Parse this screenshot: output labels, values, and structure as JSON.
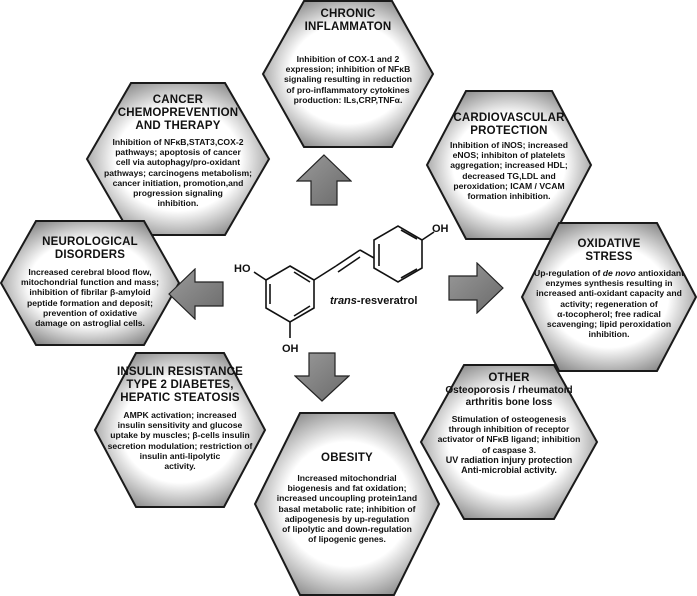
{
  "colors": {
    "hex_fill_dark": "#7d7d7d",
    "hex_fill_light": "#ffffff",
    "hex_stroke": "#1a1a1a",
    "arrow_dark": "#8a8a8a"
  },
  "molecule": {
    "oh_top": "OH",
    "ho_left": "HO",
    "oh_bottom": "OH",
    "name_italic": "trans",
    "name_rest": "-resveratrol"
  },
  "hexagons": {
    "chronic": {
      "title": [
        "CHRONIC",
        "INFLAMMATON"
      ],
      "body": [
        "Inhibition of COX-1 and 2",
        "expression; inhibition of NFκB",
        "signaling resulting in reduction",
        "of pro-inflammatory cytokines",
        "production: ILs,CRP,TNFα."
      ]
    },
    "cancer": {
      "title": [
        "CANCER",
        "CHEMOPREVENTION",
        "AND THERAPY"
      ],
      "body": [
        "Inhibition of NFκB,STAT3,COX-2",
        "pathways; apoptosis of cancer",
        "cell via autophagy/pro-oxidant",
        "pathways; carcinogens metabolism;",
        "cancer initiation, promotion,and",
        "progression signaling",
        "inhibition."
      ]
    },
    "cardio": {
      "title": [
        "CARDIOVASCULAR",
        "PROTECTION"
      ],
      "body": [
        "Inhibition of iNOS; increased",
        "eNOS; inhibiton of platelets",
        "aggregation; increased HDL;",
        "decreased TG,LDL and",
        "peroxidation; ICAM / VCAM",
        "formation inhibition."
      ]
    },
    "neuro": {
      "title": [
        "NEUROLOGICAL",
        "DISORDERS"
      ],
      "body": [
        "Increased cerebral blood flow,",
        "mitochondrial function and mass;",
        "inhibition of fibrilar β-amyloid",
        "peptide formation and deposit;",
        "prevention of oxidative",
        "damage on astroglial  cells."
      ]
    },
    "oxidative": {
      "title": [
        "OXIDATIVE",
        "STRESS"
      ],
      "body_lines": [
        {
          "pre": "Up-regulation of ",
          "em": "de novo",
          "post": " antioxidant"
        },
        {
          "pre": "enzymes synthesis resulting in",
          "em": "",
          "post": ""
        },
        {
          "pre": "increased anti-oxidant capacity and",
          "em": "",
          "post": ""
        },
        {
          "pre": "activity; regeneration of",
          "em": "",
          "post": ""
        },
        {
          "pre": "α-tocopherol; free radical",
          "em": "",
          "post": ""
        },
        {
          "pre": "scavenging; lipid peroxidation",
          "em": "",
          "post": ""
        },
        {
          "pre": "inhibition.",
          "em": "",
          "post": ""
        }
      ]
    },
    "insulin": {
      "title": [
        "INSULIN RESISTANCE",
        "TYPE 2 DIABETES,",
        "HEPATIC STEATOSIS"
      ],
      "body": [
        "AMPK activation; increased",
        "insulin sensitivity and glucose",
        "uptake by muscles; β-cells insulin",
        "secretion modulation; restriction of",
        "insulin anti-lipolytic",
        "activity."
      ]
    },
    "other": {
      "title": [
        "OTHER"
      ],
      "subtitle": [
        "Osteoporosis / rheumatoid",
        "arthritis bone loss"
      ],
      "body": [
        "Stimulation of osteogenesis",
        "through inhibition of receptor",
        "activator of NFκB ligand; inhibition",
        "of caspase 3."
      ],
      "extra": [
        "UV radiation injury protection",
        "Anti-microbial activity."
      ]
    },
    "obesity": {
      "title": [
        "OBESITY"
      ],
      "body": [
        "Increased mitochondrial",
        "biogenesis and fat oxidation;",
        "increased uncoupling protein1and",
        "basal metabolic rate; inhibition of",
        "adipogenesis by up-regulation",
        "of lipolytic and down-regulation",
        "of lipogenic genes."
      ]
    }
  }
}
